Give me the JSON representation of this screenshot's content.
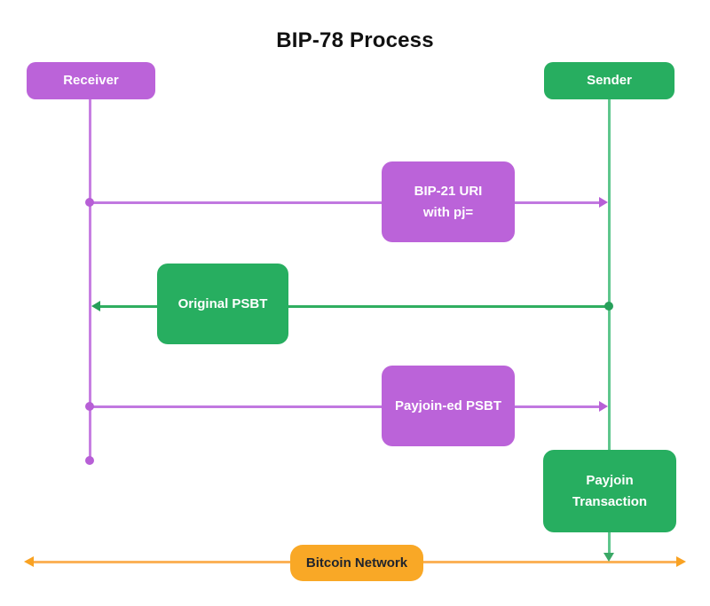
{
  "title": "BIP-78 Process",
  "actors": [
    {
      "id": "receiver",
      "label": "Receiver"
    },
    {
      "id": "sender",
      "label": "Sender"
    }
  ],
  "messages": [
    {
      "id": "bip21-uri",
      "line1": "BIP-21 URI",
      "line2": "with pj=",
      "from": "receiver",
      "to": "sender",
      "direction": "right"
    },
    {
      "id": "original-psbt",
      "line1": "Original PSBT",
      "from": "sender",
      "to": "receiver",
      "direction": "left"
    },
    {
      "id": "payjoined-psbt",
      "line1": "Payjoin-ed PSBT",
      "from": "receiver",
      "to": "sender",
      "direction": "right"
    }
  ],
  "nodes": [
    {
      "id": "payjoin-transaction",
      "line1": "Payjoin",
      "line2": "Transaction",
      "on": "sender-lifeline"
    },
    {
      "id": "bitcoin-network",
      "label": "Bitcoin Network",
      "on": "bottom-bus"
    }
  ],
  "colors": {
    "receiver_purple": "#bb63d9",
    "purple_line": "#c77fe2",
    "sender_green": "#27ae60",
    "green_line": "#5fc68d",
    "network_orange": "#f9a826",
    "orange_line": "#fbb157",
    "network_text": "#20242c",
    "title_text": "#111111",
    "box_text": "#ffffff",
    "background": "#ffffff"
  }
}
